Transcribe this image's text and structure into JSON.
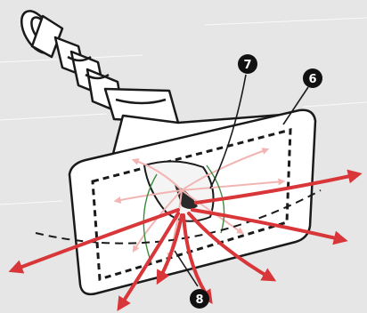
{
  "figure": {
    "callouts": [
      {
        "id": "c7",
        "label": "7"
      },
      {
        "id": "c6",
        "label": "6"
      },
      {
        "id": "c8",
        "label": "8"
      }
    ]
  },
  "colors": {
    "background": "#e6e6e6",
    "outline": "#1a1a1a",
    "fill": "#ffffff",
    "arrow": "#d9363a",
    "arrow_light": "#f2b5b3",
    "callout_bg": "#111111",
    "callout_text": "#ffffff"
  }
}
